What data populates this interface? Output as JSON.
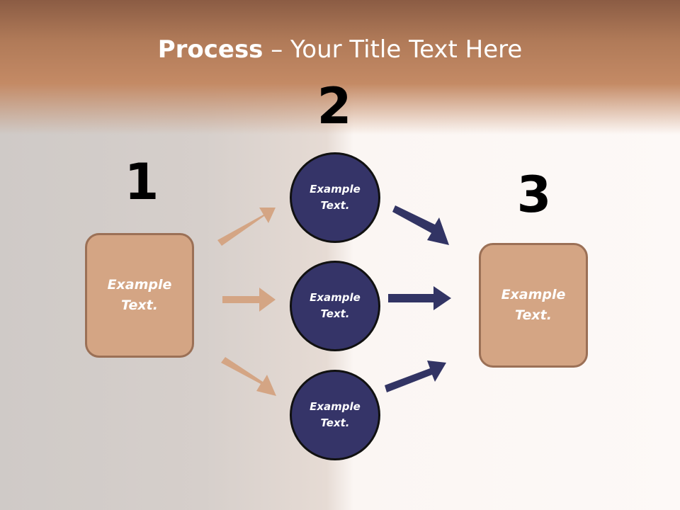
{
  "title": {
    "bold": "Process",
    "rest": " – Your Title Text Here"
  },
  "steps": [
    "1",
    "2",
    "3"
  ],
  "left_box": {
    "line1": "Example",
    "line2": "Text."
  },
  "right_box": {
    "line1": "Example",
    "line2": "Text."
  },
  "circles": [
    {
      "line1": "Example",
      "line2": "Text."
    },
    {
      "line1": "Example",
      "line2": "Text."
    },
    {
      "line1": "Example",
      "line2": "Text."
    }
  ],
  "colors": {
    "box_fill": "#d4a584",
    "box_border": "#9b7056",
    "circle_fill": "#353468",
    "left_arrow": "#d4a584",
    "right_arrow": "#323464"
  }
}
